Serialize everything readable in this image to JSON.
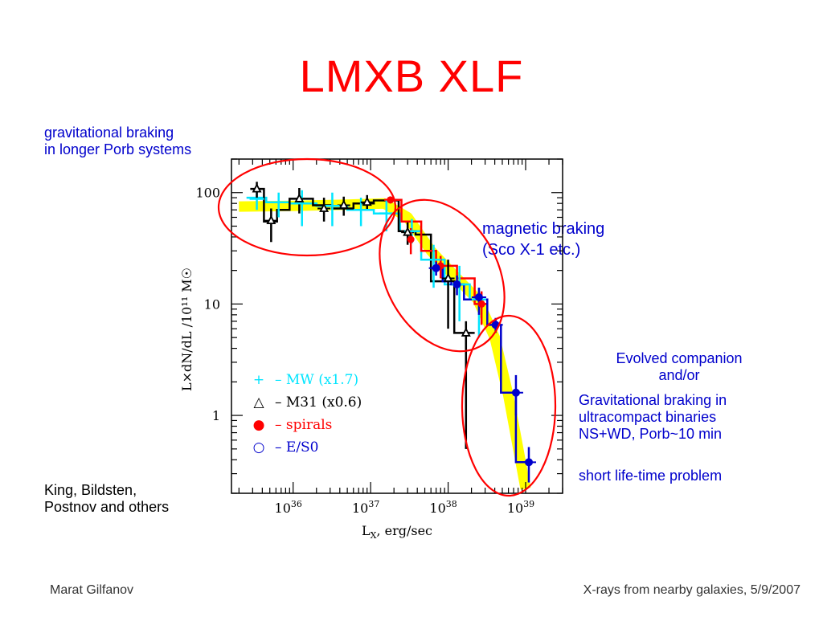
{
  "slide": {
    "title": "LMXB XLF",
    "footer_left": "Marat Gilfanov",
    "footer_right": "X-rays from nearby galaxies, 5/9/2007"
  },
  "annotations": {
    "grav_braking_line1": "gravitational braking",
    "grav_braking_line2": "in longer Porb systems",
    "magnetic_line1": "magnetic braking",
    "magnetic_line2": "(Sco X-1 etc.)",
    "evolved_line1": "Evolved companion",
    "evolved_line2": "and/or",
    "evolved_line3": "Gravitational braking in",
    "evolved_line4": "ultracompact binaries",
    "evolved_line5": "NS+WD, Porb~10 min",
    "lifetime": "short life-time problem",
    "refs_line1": "King, Bildsten,",
    "refs_line2": "Postnov and others"
  },
  "colors": {
    "red": "#ff0000",
    "blue": "#0000cc",
    "cyan": "#00e5ff",
    "yellow": "#ffff00",
    "black": "#000000"
  },
  "chart_data": {
    "type": "line",
    "xscale": "log",
    "yscale": "log",
    "xlim": [
      1.6e+35,
      3e+39
    ],
    "ylim": [
      0.2,
      200
    ],
    "xlabel_main": "L",
    "xlabel_sub": "X",
    "xlabel_rest": ", erg/sec",
    "ylabel": "L×dN/dL /10¹¹ M☉",
    "x_ticks": [
      {
        "value": 1e+36,
        "base": "10",
        "exp": "36"
      },
      {
        "value": 1e+37,
        "base": "10",
        "exp": "37"
      },
      {
        "value": 1e+38,
        "base": "10",
        "exp": "38"
      },
      {
        "value": 1e+39,
        "base": "10",
        "exp": "39"
      }
    ],
    "y_ticks": [
      {
        "value": 1,
        "label": "1"
      },
      {
        "value": 10,
        "label": "10"
      },
      {
        "value": 100,
        "label": "100"
      }
    ],
    "legend": [
      {
        "symbol": "+",
        "text": "– MW (x1.7)",
        "color": "#00e5ff"
      },
      {
        "symbol": "△",
        "text": "– M31 (x0.6)",
        "color": "#000000"
      },
      {
        "symbol": "●",
        "text": "– spirals",
        "color": "#ff0000"
      },
      {
        "symbol": "○",
        "text": "– E/S0",
        "color": "#0000cc"
      }
    ],
    "model_band": {
      "x": [
        2e+35,
        1e+36,
        5e+36,
        1.5e+37,
        3e+37,
        6e+37,
        1.2e+38,
        2.4e+38,
        4e+38,
        6e+38,
        1e+39
      ],
      "y": [
        75,
        76,
        78,
        80,
        60,
        30,
        18,
        11,
        5,
        1.5,
        0.22
      ]
    },
    "series": [
      {
        "name": "MW (x1.7)",
        "color": "#00e5ff",
        "marker": "plus",
        "step_edges": [
          2.5e+35,
          4.5e+35,
          9e+35,
          2e+36,
          5e+36,
          1.1e+37,
          2.4e+37,
          4.5e+37,
          9e+37,
          1.9e+38,
          3.2e+38
        ],
        "step_values": [
          90,
          82,
          80,
          76,
          70,
          65,
          45,
          25,
          15,
          11
        ],
        "points": [
          {
            "x": 3.4e+35,
            "y": 88,
            "err": [
              70,
              105
            ]
          },
          {
            "x": 6.5e+35,
            "y": 82,
            "err": [
              60,
              100
            ]
          },
          {
            "x": 1.3e+36,
            "y": 80,
            "err": [
              50,
              105
            ]
          },
          {
            "x": 3.2e+36,
            "y": 76,
            "err": [
              50,
              100
            ]
          },
          {
            "x": 7.5e+36,
            "y": 70,
            "err": [
              50,
              90
            ]
          },
          {
            "x": 1.6e+37,
            "y": 65,
            "err": [
              45,
              85
            ]
          },
          {
            "x": 3.4e+37,
            "y": 45,
            "err": [
              35,
              58
            ]
          },
          {
            "x": 6.5e+37,
            "y": 25,
            "err": [
              14,
              34
            ]
          },
          {
            "x": 1.4e+38,
            "y": 15,
            "err": [
              7,
              22
            ]
          },
          {
            "x": 2.5e+38,
            "y": 11,
            "err": [
              5,
              14
            ]
          }
        ]
      },
      {
        "name": "M31 (x0.6)",
        "color": "#000000",
        "marker": "triangle",
        "step_edges": [
          2.8e+35,
          4.2e+35,
          6.2e+35,
          9e+35,
          1.8e+36,
          3.2e+36,
          6e+36,
          1.1e+37,
          2.3e+37,
          3.8e+37,
          6e+37,
          8.5e+37,
          1.2e+38,
          2.2e+38
        ],
        "step_values": [
          108,
          55,
          70,
          88,
          77,
          72,
          80,
          85,
          45,
          42,
          16,
          16,
          5.5
        ],
        "points": [
          {
            "x": 3.4e+35,
            "y": 108,
            "err": [
              90,
              125
            ]
          },
          {
            "x": 5.2e+35,
            "y": 56,
            "err": [
              36,
              72
            ]
          },
          {
            "x": 1.2e+36,
            "y": 88,
            "err": [
              65,
              110
            ]
          },
          {
            "x": 2.5e+36,
            "y": 72,
            "err": [
              55,
              90
            ]
          },
          {
            "x": 4.5e+36,
            "y": 77,
            "err": [
              62,
              92
            ]
          },
          {
            "x": 9e+36,
            "y": 82,
            "err": [
              70,
              95
            ]
          },
          {
            "x": 3e+37,
            "y": 44,
            "err": [
              34,
              54
            ]
          },
          {
            "x": 1e+38,
            "y": 17,
            "err": [
              6,
              25
            ]
          },
          {
            "x": 1.7e+38,
            "y": 5.5,
            "err": [
              0.5,
              7
            ]
          }
        ]
      },
      {
        "name": "spirals",
        "color": "#ff0000",
        "marker": "filled-circle",
        "step_edges": [
          1.5e+37,
          2.5e+37,
          4.5e+37,
          7e+37,
          1.3e+38,
          2.2e+38,
          3.2e+38
        ],
        "step_values": [
          86,
          55,
          30,
          22,
          17,
          10
        ],
        "points": [
          {
            "x": 1.8e+37,
            "y": 86,
            "err": [
              80,
              92
            ]
          },
          {
            "x": 3.3e+37,
            "y": 38,
            "err": [
              28,
              48
            ]
          },
          {
            "x": 8e+37,
            "y": 22,
            "err": [
              17,
              27
            ]
          },
          {
            "x": 2.7e+38,
            "y": 10,
            "err": [
              6.5,
              13
            ]
          }
        ]
      },
      {
        "name": "E/S0",
        "color": "#0000cc",
        "marker": "open-circle",
        "step_edges": [
          6e+37,
          8.5e+37,
          1.1e+38,
          1.6e+38,
          3.2e+38,
          4.8e+38,
          7.5e+38,
          1.1e+39
        ],
        "step_values": [
          21,
          16,
          15,
          11,
          6.5,
          1.6,
          0.38
        ],
        "points": [
          {
            "x": 7e+37,
            "y": 21,
            "err": [
              18,
              24
            ]
          },
          {
            "x": 1.3e+38,
            "y": 15,
            "err": [
              12,
              18
            ]
          },
          {
            "x": 2.5e+38,
            "y": 11.5,
            "err": [
              8,
              14
            ]
          },
          {
            "x": 4.1e+38,
            "y": 6.5,
            "err": [
              5.5,
              7.5
            ]
          },
          {
            "x": 7.5e+38,
            "y": 1.6,
            "err": [
              1.0,
              2.3
            ]
          },
          {
            "x": 1.1e+39,
            "y": 0.38,
            "err": [
              0.25,
              0.52
            ]
          }
        ]
      }
    ]
  }
}
